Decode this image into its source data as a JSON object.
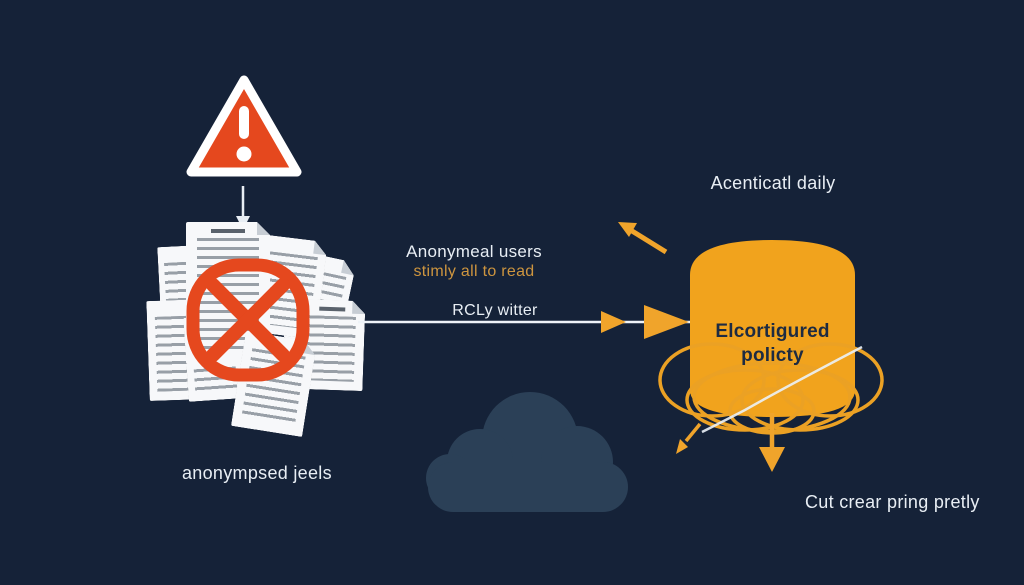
{
  "colors": {
    "background": "#152238",
    "alert_red": "#e5481e",
    "db_orange": "#f1a31d",
    "loop_orange": "#eba124",
    "arrow_orange": "#f0a42b",
    "text_white": "#e8eef4",
    "text_orange": "#cd953f",
    "text_dark": "#1d2b42",
    "cloud": "#2b4057"
  },
  "alert": {
    "icon": "warning-triangle-icon"
  },
  "documents": {
    "icon": "blocked-x-icon",
    "caption": "anonympsed jeels"
  },
  "flow": {
    "users_line1": "Anonymeal users",
    "users_line2": "stimly all to read",
    "arrow_label": "RCLy witter"
  },
  "database": {
    "title": "Acenticatl daily",
    "label": "Elcortigured policty",
    "caption": "Cut crear pring pretly"
  }
}
